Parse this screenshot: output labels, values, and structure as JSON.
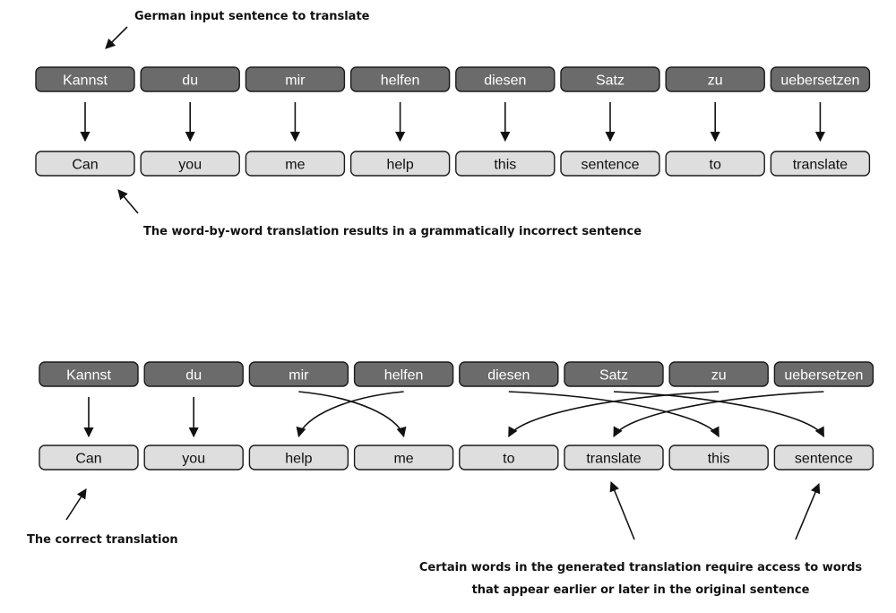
{
  "top": {
    "german_tokens": [
      "Kannst",
      "du",
      "mir",
      "helfen",
      "diesen",
      "Satz",
      "zu",
      "uebersetzen"
    ],
    "english_tokens": [
      "Can",
      "you",
      "me",
      "help",
      "this",
      "sentence",
      "to",
      "translate"
    ],
    "note_input": "German input sentence to translate",
    "note_wordbyword": "The word-by-word translation results in a grammatically incorrect sentence"
  },
  "bottom": {
    "german_tokens": [
      "Kannst",
      "du",
      "mir",
      "helfen",
      "diesen",
      "Satz",
      "zu",
      "uebersetzen"
    ],
    "english_tokens": [
      "Can",
      "you",
      "help",
      "me",
      "to",
      "translate",
      "this",
      "sentence"
    ],
    "mapping": [
      [
        0,
        0
      ],
      [
        1,
        1
      ],
      [
        2,
        3
      ],
      [
        3,
        2
      ],
      [
        4,
        6
      ],
      [
        5,
        7
      ],
      [
        6,
        4
      ],
      [
        7,
        5
      ]
    ],
    "note_correct": "The correct translation",
    "note_access_line1": "Certain words in the generated translation require access to words",
    "note_access_line2": "that appear earlier or later in the original sentence"
  },
  "colors": {
    "dark_token": "#6b6b6b",
    "light_token": "#dedede",
    "line": "#111111"
  }
}
